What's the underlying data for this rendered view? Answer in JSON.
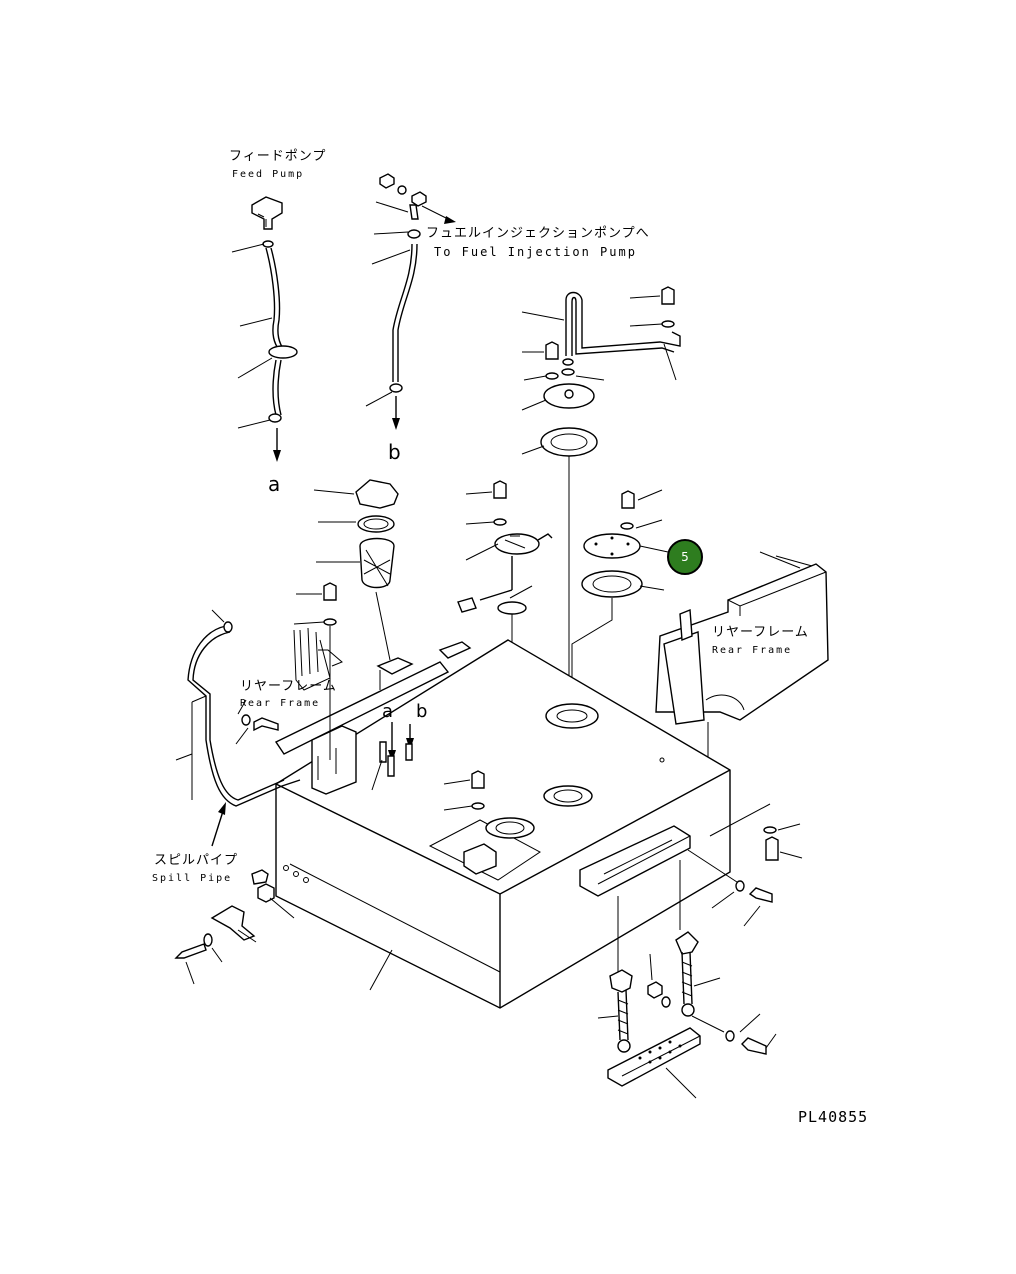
{
  "labels": {
    "feed_pump_jp": "フィードポンプ",
    "feed_pump_en": "Feed Pump",
    "injection_pump_jp": "フュエルインジェクションポンプへ",
    "injection_pump_en": "To Fuel Injection Pump",
    "marker_a": "a",
    "marker_b": "b",
    "rear_frame_jp": "リヤーフレーム",
    "rear_frame_en": "Rear Frame",
    "spill_pipe_jp": "スピルパイプ",
    "spill_pipe_en": "Spill Pipe",
    "drawing_code": "PL40855"
  },
  "callouts": [
    {
      "number": "5",
      "color": "#2e7d1f"
    }
  ]
}
